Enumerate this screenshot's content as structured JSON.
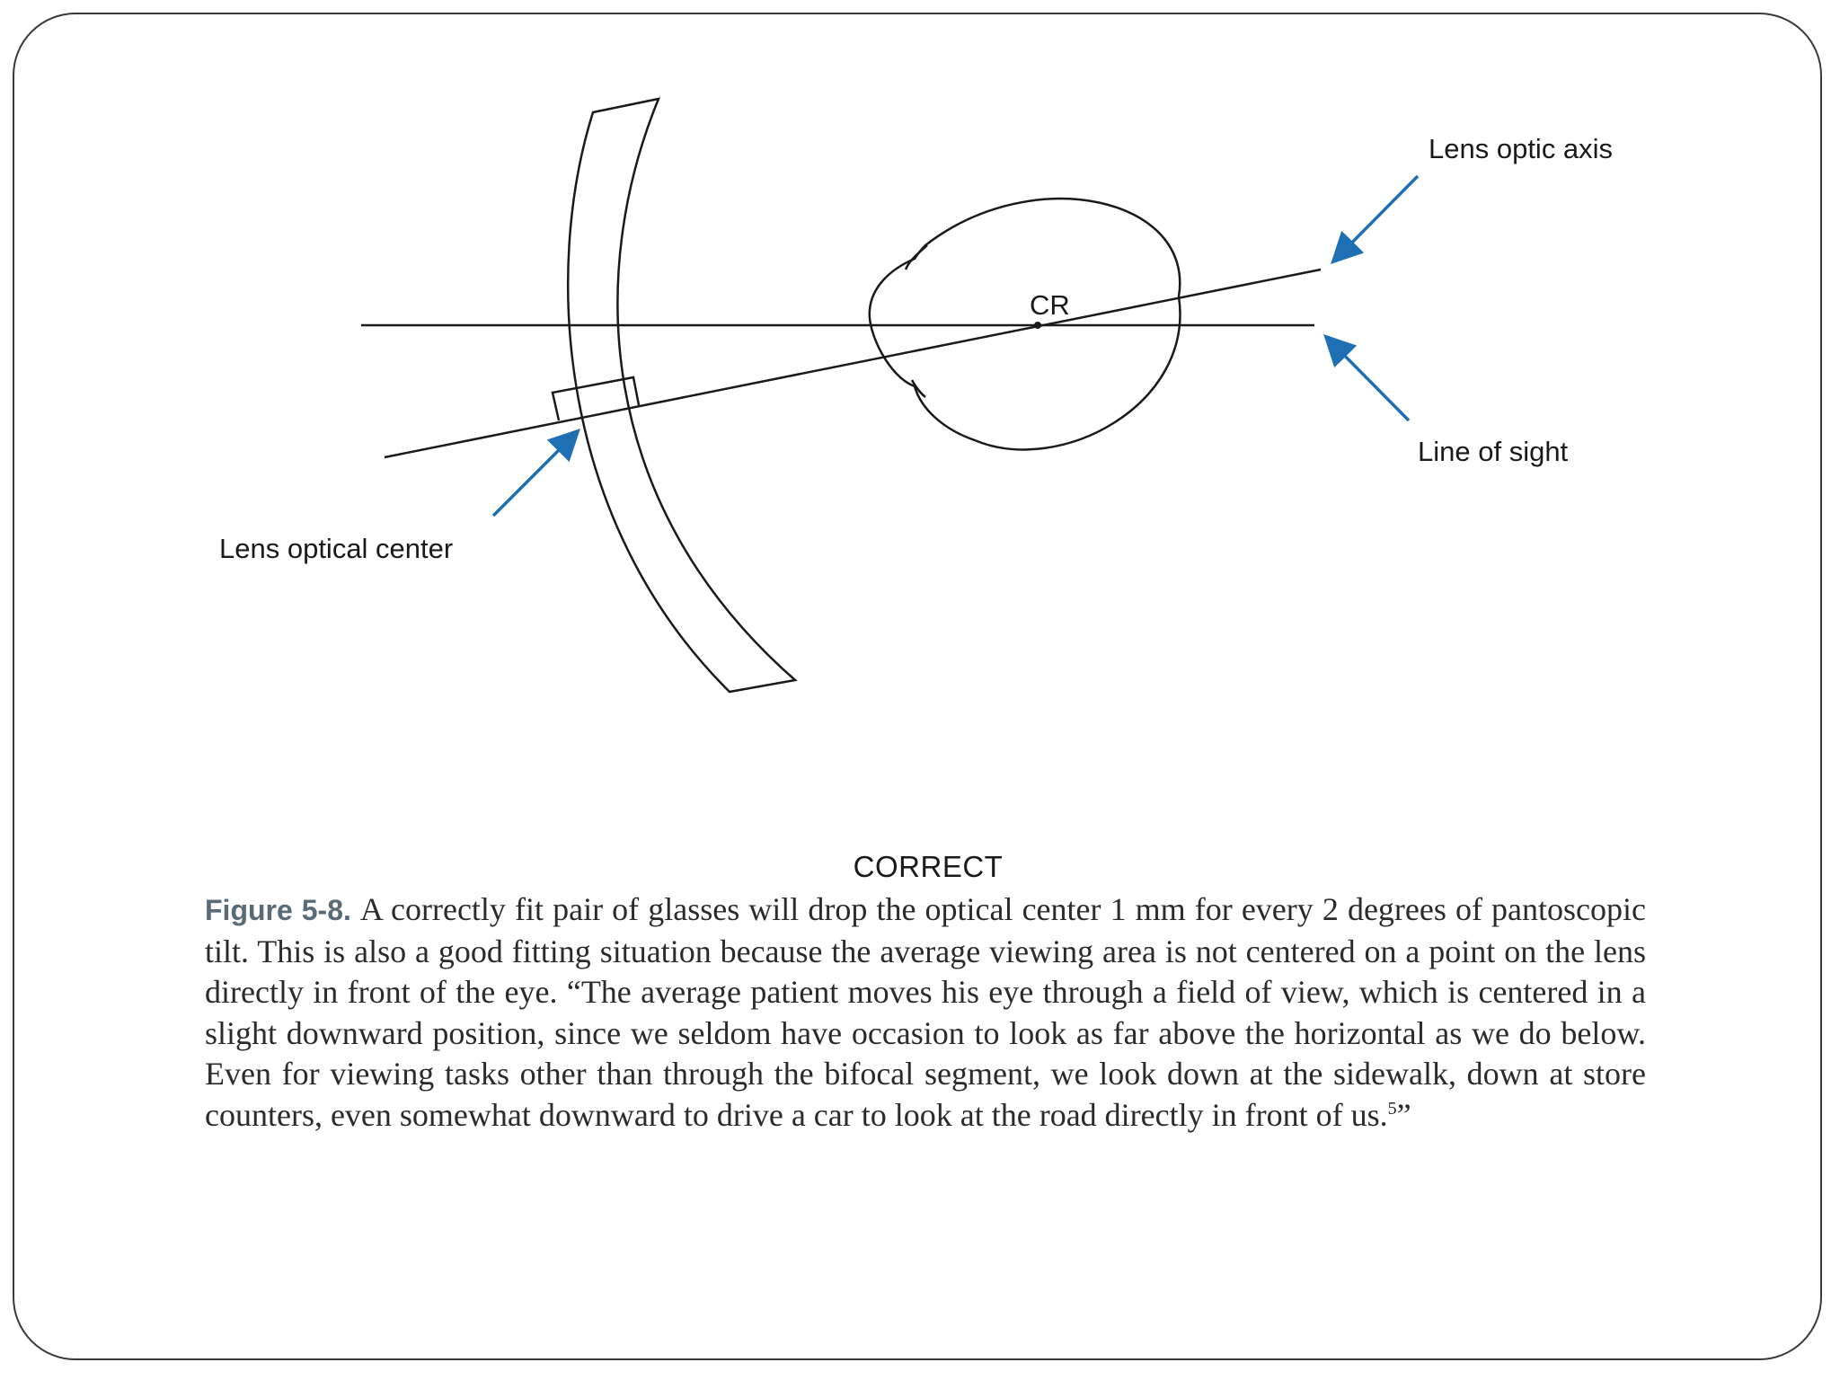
{
  "diagram": {
    "labels": {
      "lens_optic_axis": "Lens optic axis",
      "line_of_sight": "Line of sight",
      "lens_optical_center": "Lens optical center",
      "center_of_rotation": "CR"
    },
    "arrow_color": "#1f6fb5",
    "line_color": "#1a1a1a"
  },
  "figure": {
    "heading": "CORRECT",
    "caption_label": "Figure 5-8.",
    "caption_text": "A correctly fit pair of glasses will drop the optical center 1 mm for every 2 degrees of pantoscopic tilt. This is also a good fitting situation because the average viewing area is not centered on a point on the lens directly in front of the eye. “The average patient moves his eye through a field of view, which is centered in a slight downward position, since we seldom have occasion to look as far above the horizontal as we do below. Even for viewing tasks other than through the bifocal segment, we look down at the sidewalk, down at store counters, even somewhat downward to drive a car to look at the road directly in front of us.",
    "caption_superscript": "5",
    "caption_close_quote": "”"
  }
}
